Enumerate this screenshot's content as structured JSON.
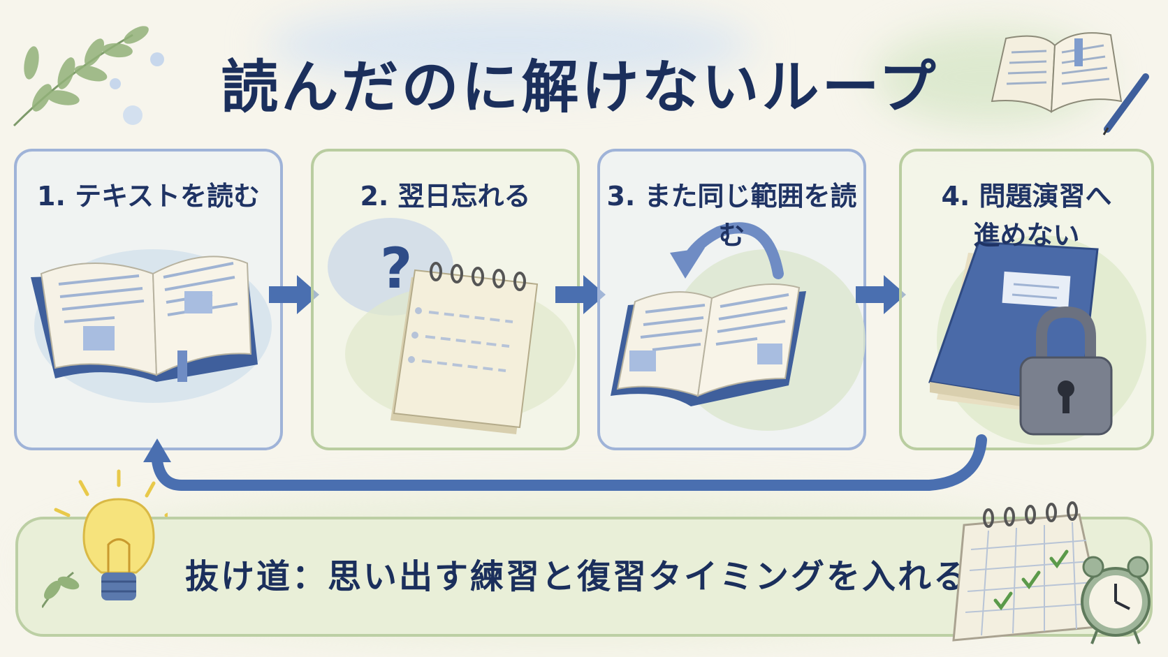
{
  "title": "読んだのに解けないループ",
  "steps": [
    {
      "label": "1. テキストを読む"
    },
    {
      "label": "2. 翌日忘れる"
    },
    {
      "label": "3. また同じ範囲を読む"
    },
    {
      "label": "4. 問題演習へ\n進めない"
    }
  ],
  "solution": {
    "text": "抜け道：思い出す練習と復習タイミングを入れる"
  },
  "icons": [
    "leaf-sprig-icon",
    "open-book-pen-icon",
    "open-book-icon",
    "question-mark-icon",
    "notepad-icon",
    "cycle-arrow-icon",
    "closed-book-icon",
    "padlock-icon",
    "lightbulb-icon",
    "calendar-icon",
    "alarm-clock-icon"
  ],
  "colors": {
    "primary": "#1b2f5c",
    "accent_blue": "#4a6fb0",
    "panel_blue": "#9fb3d8",
    "panel_green": "#b9cda0",
    "background": "#f7f5ec"
  }
}
